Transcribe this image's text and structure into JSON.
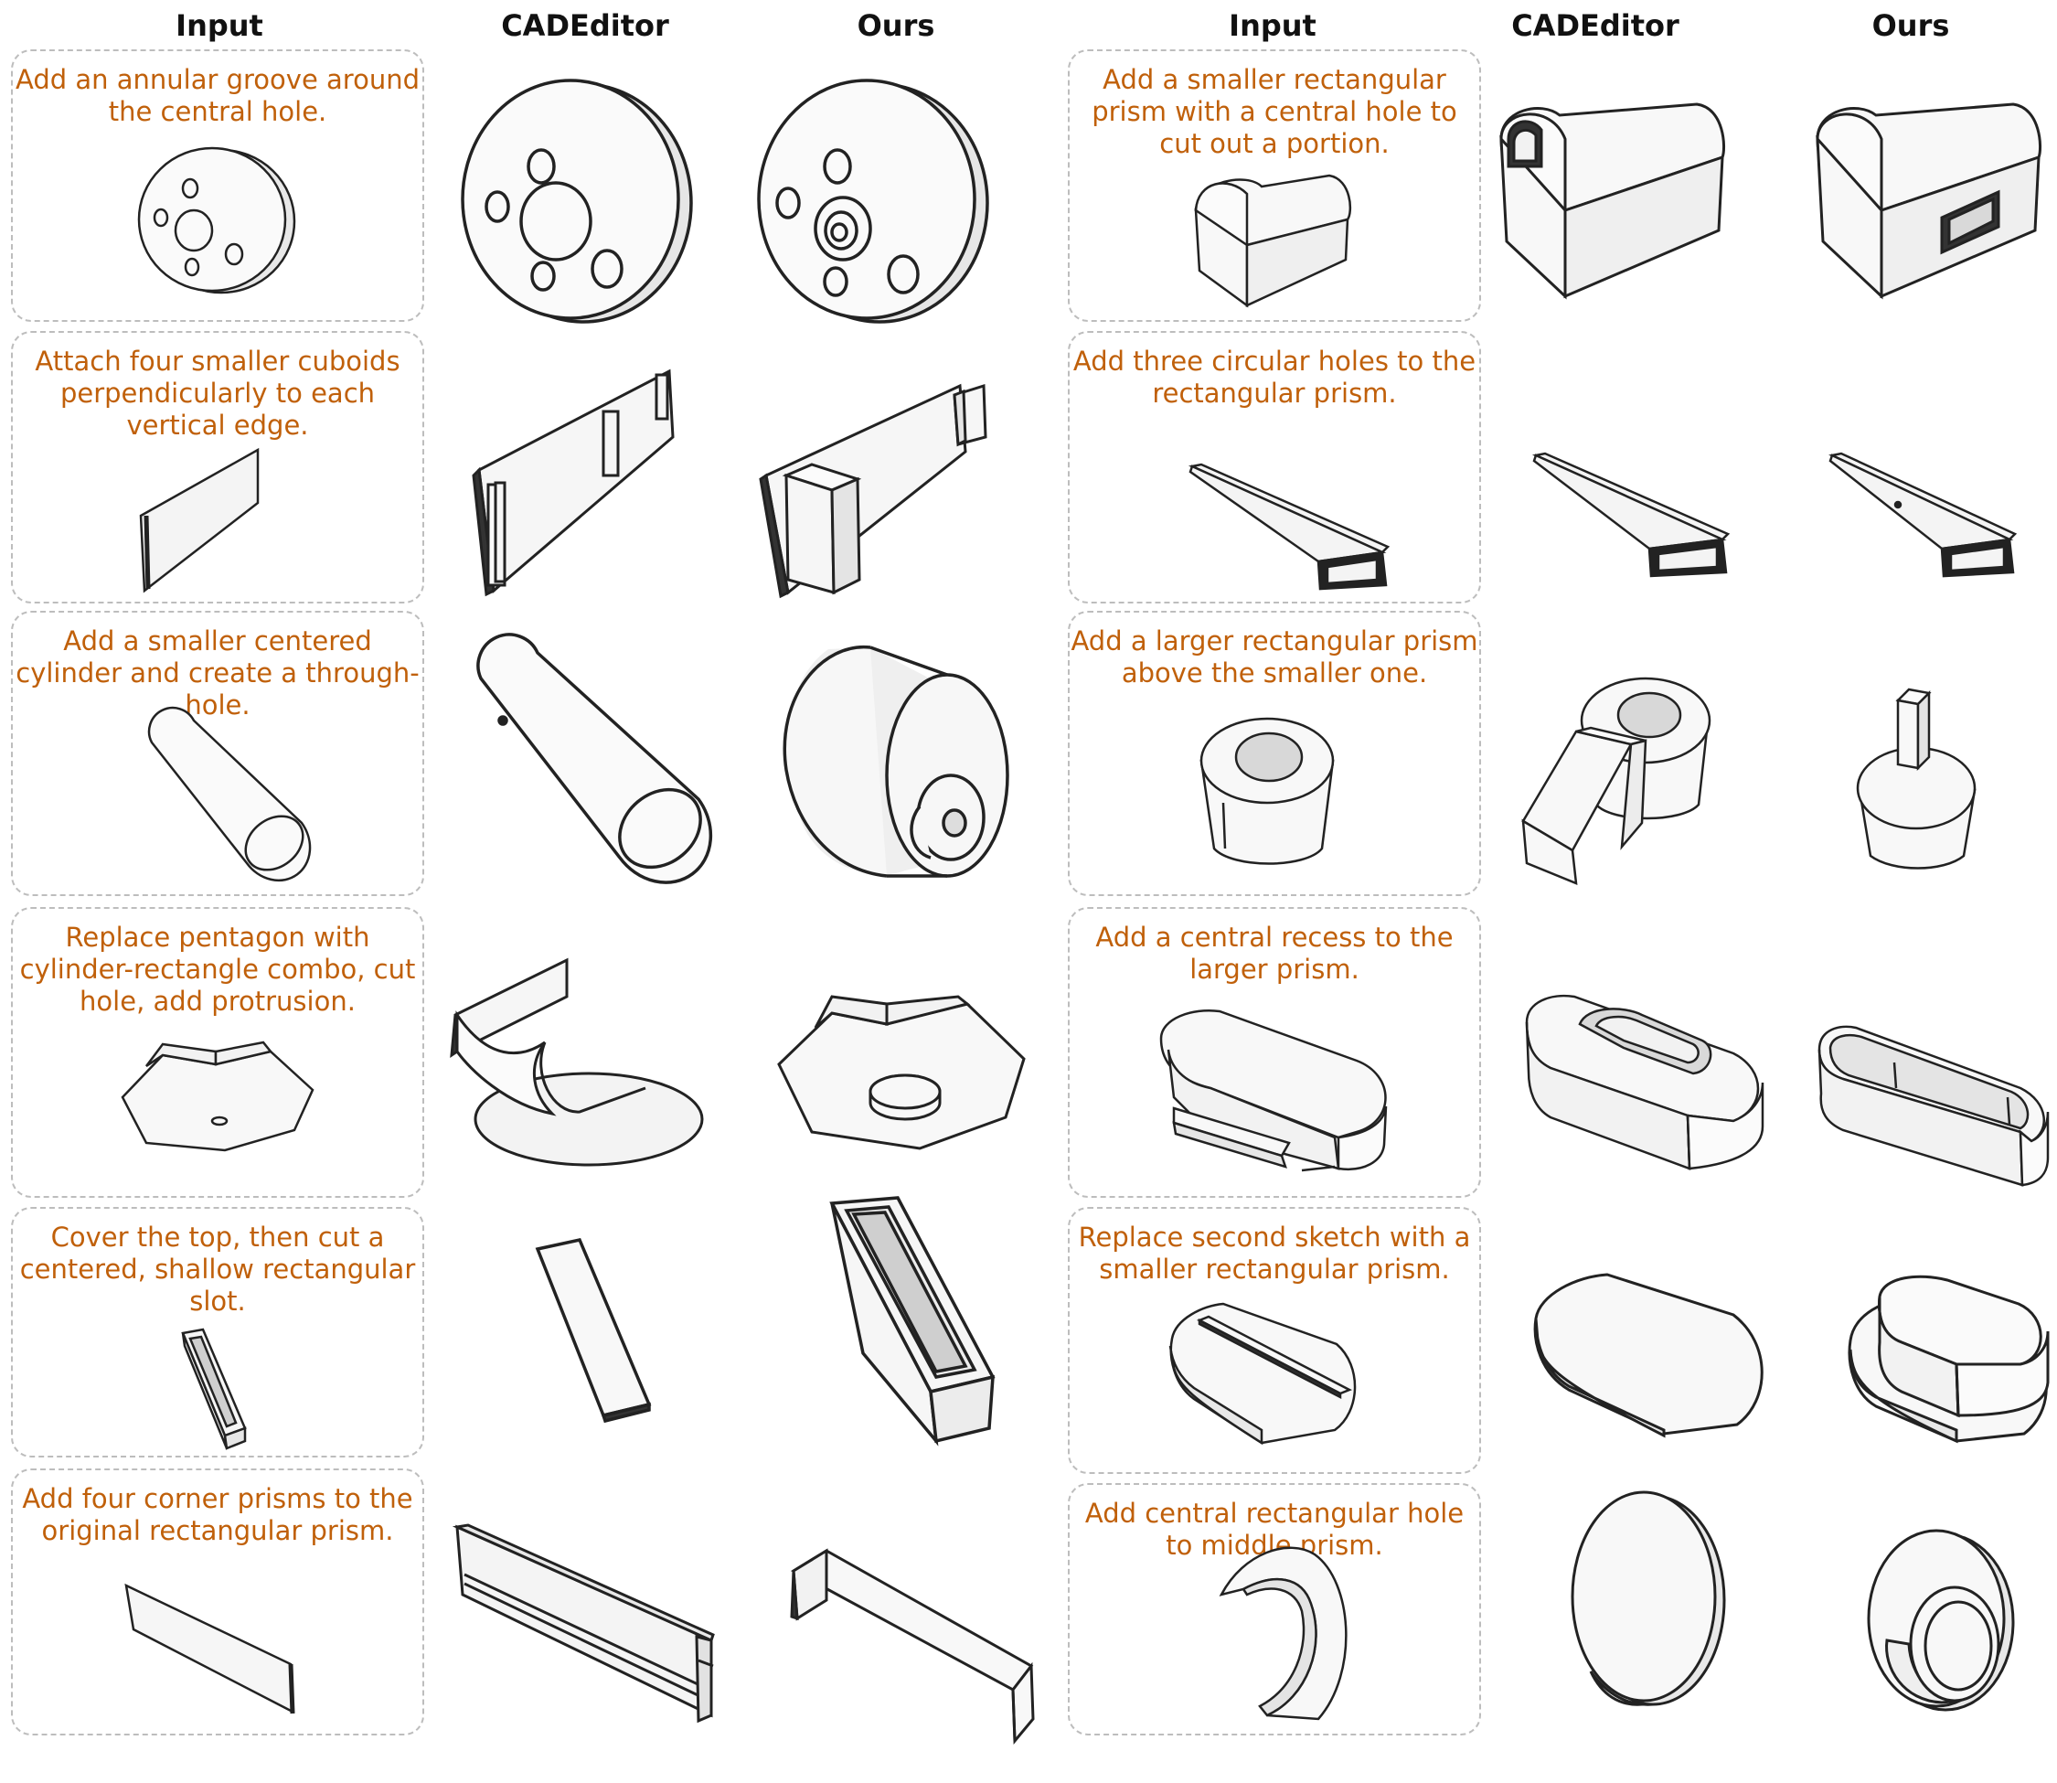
{
  "headers": [
    "Input",
    "CADEditor",
    "Ours",
    "Input",
    "CADEditor",
    "Ours"
  ],
  "left_rows": [
    {
      "caption": "Add an annular groove around the central hole.",
      "input_icon": "disc-with-holes",
      "cadeditor_icon": "disc-with-holes",
      "ours_icon": "disc-with-grooved-hole"
    },
    {
      "caption": "Attach four smaller cuboids perpendicularly to each vertical edge.",
      "input_icon": "thin-plate",
      "cadeditor_icon": "plate-with-posts",
      "ours_icon": "plate-with-blocks"
    },
    {
      "caption": "Add a smaller centered cylinder and create a through-hole.",
      "input_icon": "cylinder",
      "cadeditor_icon": "cylinder",
      "ours_icon": "cylinder-with-boss"
    },
    {
      "caption": "Replace pentagon with cylinder-rectangle combo, cut hole, add protrusion.",
      "input_icon": "octagon-plate",
      "cadeditor_icon": "sheet-and-disc",
      "ours_icon": "octagon-with-boss"
    },
    {
      "caption": "Cover the top, then cut a centered, shallow rectangular slot.",
      "input_icon": "open-tray",
      "cadeditor_icon": "flat-bar",
      "ours_icon": "slotted-block"
    },
    {
      "caption": "Add four corner prisms to the original rectangular prism.",
      "input_icon": "thin-plate",
      "cadeditor_icon": "channel-rail",
      "ours_icon": "bracket-plate"
    }
  ],
  "right_rows": [
    {
      "caption": "Add a smaller rectangular prism with a central hole to cut out a portion.",
      "input_icon": "mailbox",
      "cadeditor_icon": "mailbox-with-hole",
      "ours_icon": "mailbox-with-window"
    },
    {
      "caption": "Add three circular holes to the rectangular prism.",
      "input_icon": "hollow-beam",
      "cadeditor_icon": "hollow-beam",
      "ours_icon": "hollow-beam"
    },
    {
      "caption": "Add a larger rectangular prism above the smaller one.",
      "input_icon": "ring-cup",
      "cadeditor_icon": "ring-cup-with-block",
      "ours_icon": "cup-with-peg"
    },
    {
      "caption": "Add a central recess to the larger prism.",
      "input_icon": "stadium-block",
      "cadeditor_icon": "stadium-with-recess",
      "ours_icon": "stadium-tub"
    },
    {
      "caption": "Replace second sketch with a smaller rectangular prism.",
      "input_icon": "rounded-slab-with-slot",
      "cadeditor_icon": "rounded-slab",
      "ours_icon": "stacked-rounded-slab"
    },
    {
      "caption": "Add central rectangular hole to middle prism.",
      "input_icon": "c-ring",
      "cadeditor_icon": "thick-disc",
      "ours_icon": "stepped-disc"
    }
  ]
}
